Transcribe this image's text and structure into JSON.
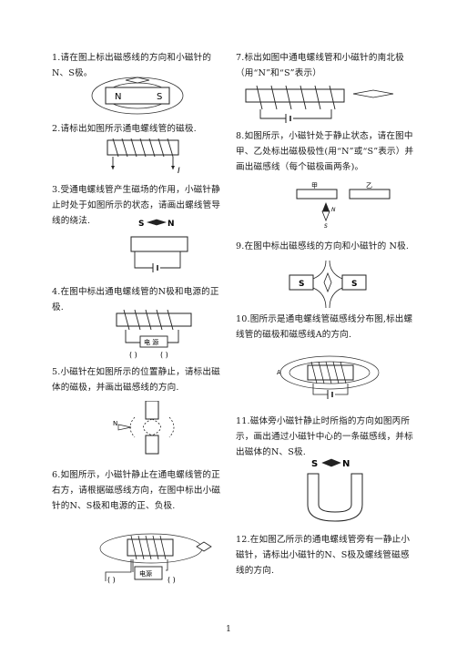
{
  "questions": [
    {
      "id": "q1",
      "text": "1.请在图上标出磁感线的方向和小磁针的N、S极。"
    },
    {
      "id": "q2",
      "text": "2.请标出如图所示通电螺线管的磁极."
    },
    {
      "id": "q3",
      "text": "3.受通电螺线管产生磁场的作用，小磁针静止时处于如图所示的状态，请画出螺线管导线的绕法."
    },
    {
      "id": "q4",
      "text": "4.在图中标出通电螺线管的N极和电源的正极."
    },
    {
      "id": "q5",
      "text": "5.小磁针在如图所示的位置静止，请标出磁体的磁极，并画出磁感线的方向."
    },
    {
      "id": "q6",
      "text": "6.如图所示，小磁针静止在通电螺线管的正右方，请根据磁感线方向，在图中标出小磁针的N、S极和电源的正、负极."
    },
    {
      "id": "q7",
      "text": "7.标出如图中通电螺线管和小磁针的南北极（用“N”和“S”表示）"
    },
    {
      "id": "q8",
      "text": "8.如图所示，小磁针处于静止状态，请在图中甲、乙处标出磁极极性(用“N”或“S”表示）并画出磁感线（每个磁极画两条)。"
    },
    {
      "id": "q9",
      "text": "9.在图中标出磁感线的方向和小磁针的 N极."
    },
    {
      "id": "q10",
      "text": "10.图所示是通电螺线管磁感线分布图,标出螺线管的磁极和磁感线A的方向."
    },
    {
      "id": "q11",
      "text": "11.磁体旁小磁针静止时所指的方向如图丙所示，画出通过小磁针中心的一条磁感线，并标出磁体的N、S极."
    },
    {
      "id": "q12",
      "text": "12.在如图乙所示的通电螺线管旁有一静止小磁针，请标出小磁针的N、S极及螺线管磁感线的方向."
    }
  ],
  "labels": {
    "n": "N",
    "s": "S",
    "i": "I",
    "a": "A",
    "source": "电 源",
    "source2": "电源",
    "paren": "(   )",
    "jia": "甲",
    "yi": "乙"
  },
  "page_number": "1"
}
